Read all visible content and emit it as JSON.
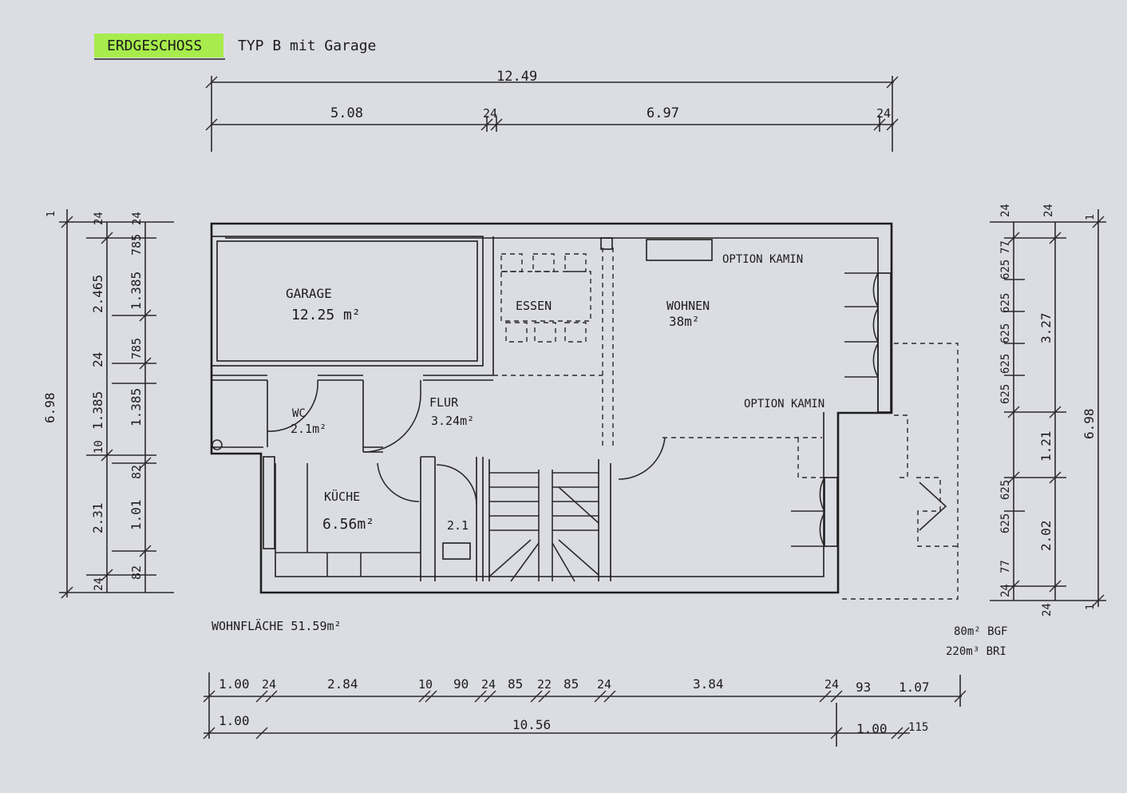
{
  "title": {
    "floor": "ERDGESCHOSS",
    "type": "TYP  B mit Garage"
  },
  "dims_top": {
    "total": "12.49",
    "d1": "5.08",
    "d2": "24",
    "d3": "6.97",
    "d4": "24"
  },
  "dims_left": {
    "outer": {
      "total": "6.98",
      "a1": "1",
      "a2": "24",
      "a3": "2.465",
      "a4": "24",
      "a5": "1.385",
      "a6": "10",
      "a7": "2.31",
      "a8": "24"
    },
    "inner": {
      "b1": "24",
      "b2": "785",
      "b3": "1.385",
      "b4": "785",
      "b5": "1.385",
      "b6": "82",
      "b7": "1.01",
      "b8": "82"
    }
  },
  "dims_right": {
    "inner": {
      "c1": "24",
      "c2": "77",
      "c3": "625",
      "c4": "625",
      "c5": "625",
      "c6": "625",
      "c7": "625",
      "c8": "625",
      "c9": "625",
      "c10": "77",
      "c11": "24"
    },
    "outer": {
      "e1": "24",
      "e2": "1",
      "e3": "3.27",
      "e4": "1.21",
      "e5": "2.02",
      "e6": "24",
      "e7": "1",
      "total": "6.98"
    }
  },
  "rooms": {
    "garage": {
      "name": "GARAGE",
      "area": "12.25 m²"
    },
    "essen": {
      "name": "ESSEN"
    },
    "wohnen": {
      "name": "WOHNEN",
      "area": "38m²"
    },
    "option1": "OPTION KAMIN",
    "option2": "OPTION KAMIN",
    "wc": {
      "name": "WC",
      "area": "2.1m²"
    },
    "flur": {
      "name": "FLUR",
      "area": "3.24m²"
    },
    "kueche": {
      "name": "KÜCHE",
      "area": "6.56m²"
    },
    "small": "2.1"
  },
  "wohnflaeche": "WOHNFLÄCHE 51.59m²",
  "bgf": "80m² BGF",
  "bri": "220m³ BRI",
  "dims_bottom": {
    "row1": [
      "1.00",
      "24",
      "2.84",
      "10",
      "90",
      "24",
      "85",
      "22",
      "85",
      "24",
      "3.84",
      "24",
      "93",
      "1.07"
    ],
    "row2": [
      "1.00",
      "10.56",
      "1.00",
      "115"
    ]
  }
}
